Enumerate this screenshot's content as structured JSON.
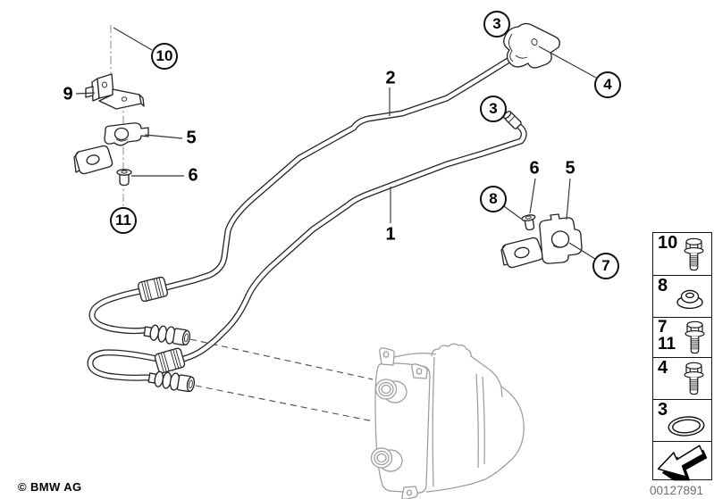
{
  "footer": {
    "copyright": "© BMW AG",
    "part_number": "00127891"
  },
  "callouts": {
    "circled": [
      {
        "num": "10"
      },
      {
        "num": "11"
      },
      {
        "num": "3"
      },
      {
        "num": "4"
      },
      {
        "num": "3"
      },
      {
        "num": "8"
      },
      {
        "num": "7"
      }
    ],
    "plain": [
      {
        "num": "9"
      },
      {
        "num": "5"
      },
      {
        "num": "6"
      },
      {
        "num": "2"
      },
      {
        "num": "1"
      },
      {
        "num": "6"
      },
      {
        "num": "5"
      }
    ]
  },
  "legend": {
    "rows": [
      {
        "refs": [
          "10"
        ],
        "icon": "hex-bolt-icon"
      },
      {
        "refs": [
          "8"
        ],
        "icon": "grommet-icon"
      },
      {
        "refs": [
          "7",
          "11"
        ],
        "icon": "hex-bolt-icon"
      },
      {
        "refs": [
          "4"
        ],
        "icon": "hex-bolt-icon"
      },
      {
        "refs": [
          "3"
        ],
        "icon": "o-ring-icon"
      },
      {
        "refs": [],
        "icon": "direction-arrow-icon"
      }
    ]
  }
}
